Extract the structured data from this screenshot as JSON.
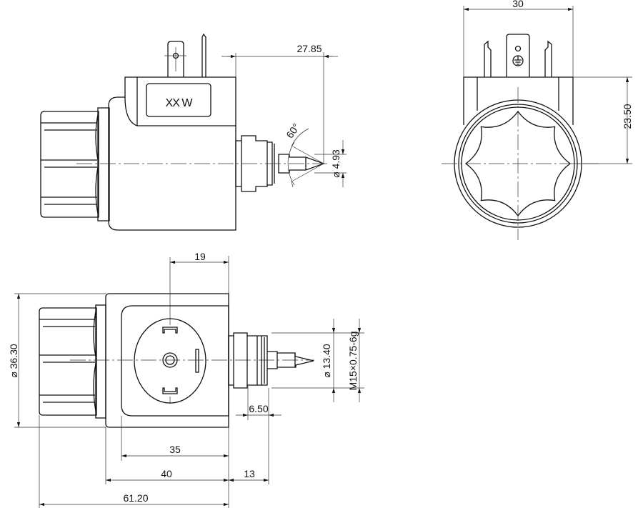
{
  "drawing": {
    "label_text": "XX W",
    "dimensions": {
      "spool_length": "27.85",
      "angle": "60°",
      "tip_diameter": "⌀ 4.93",
      "width": "30",
      "center_height": "23.50",
      "connector_offset": "19",
      "outer_diameter": "⌀ 36.30",
      "nut_diameter": "⌀ 13.40",
      "thread": "M15×0.75-6g",
      "thread_length": "6.50",
      "inner_length": "35",
      "body_length": "40",
      "nut_length": "13",
      "total_length": "61.20"
    }
  }
}
